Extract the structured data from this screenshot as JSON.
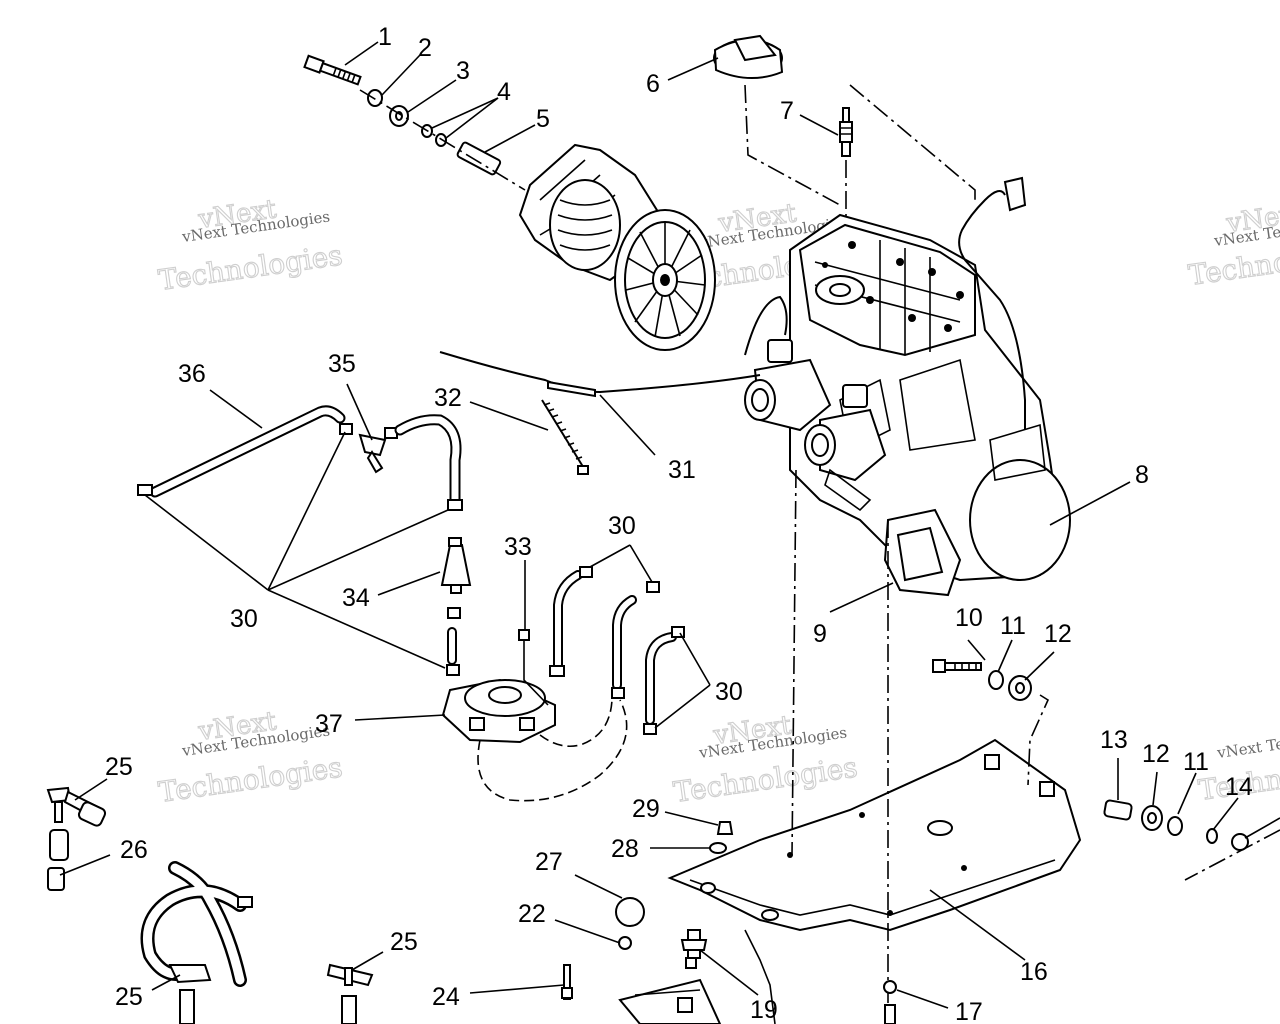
{
  "watermark": {
    "line_small": "vNext Technologies",
    "line_large_1": "vNext",
    "line_large_2": "Technologies"
  },
  "callouts": [
    {
      "id": "1",
      "text": "1"
    },
    {
      "id": "2",
      "text": "2"
    },
    {
      "id": "3",
      "text": "3"
    },
    {
      "id": "4",
      "text": "4"
    },
    {
      "id": "5",
      "text": "5"
    },
    {
      "id": "6",
      "text": "6"
    },
    {
      "id": "7",
      "text": "7"
    },
    {
      "id": "8",
      "text": "8"
    },
    {
      "id": "9",
      "text": "9"
    },
    {
      "id": "10",
      "text": "10"
    },
    {
      "id": "11a",
      "text": "11"
    },
    {
      "id": "11b",
      "text": "11"
    },
    {
      "id": "12a",
      "text": "12"
    },
    {
      "id": "12b",
      "text": "12"
    },
    {
      "id": "13",
      "text": "13"
    },
    {
      "id": "14",
      "text": "14"
    },
    {
      "id": "16",
      "text": "16"
    },
    {
      "id": "17",
      "text": "17"
    },
    {
      "id": "19",
      "text": "19"
    },
    {
      "id": "22",
      "text": "22"
    },
    {
      "id": "24",
      "text": "24"
    },
    {
      "id": "25a",
      "text": "25"
    },
    {
      "id": "25b",
      "text": "25"
    },
    {
      "id": "25c",
      "text": "25"
    },
    {
      "id": "26",
      "text": "26"
    },
    {
      "id": "27",
      "text": "27"
    },
    {
      "id": "28",
      "text": "28"
    },
    {
      "id": "29",
      "text": "29"
    },
    {
      "id": "30a",
      "text": "30"
    },
    {
      "id": "30b",
      "text": "30"
    },
    {
      "id": "30c",
      "text": "30"
    },
    {
      "id": "31",
      "text": "31"
    },
    {
      "id": "32",
      "text": "32"
    },
    {
      "id": "33",
      "text": "33"
    },
    {
      "id": "34",
      "text": "34"
    },
    {
      "id": "35",
      "text": "35"
    },
    {
      "id": "36",
      "text": "36"
    },
    {
      "id": "37",
      "text": "37"
    }
  ]
}
